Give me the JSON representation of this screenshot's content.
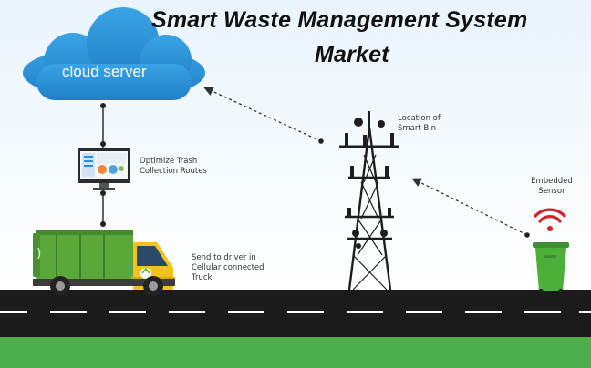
{
  "title": {
    "line1": "Smart Waste Management System",
    "line2": "Market"
  },
  "nodes": {
    "cloud": {
      "label": "cloud server",
      "icon": "cloud-icon"
    },
    "monitor": {
      "line1": "Optimize Trash",
      "line2": "Collection Routes",
      "icon": "monitor-icon"
    },
    "tower": {
      "line1": "Location of",
      "line2": "Smart Bin",
      "icon": "cell-tower-icon"
    },
    "sensor": {
      "line1": "Embedded",
      "line2": "Sensor",
      "icon": "wifi-signal-icon"
    },
    "truck": {
      "line1": "Send to driver in",
      "line2": "Cellular connected",
      "line3": "Truck",
      "icon": "garbage-truck-icon"
    },
    "bin": {
      "icon": "smart-bin-icon"
    }
  },
  "colors": {
    "cloud": "#2a8fd6",
    "truck_body": "#5aa83a",
    "truck_cab": "#f4c21b",
    "signal": "#d6232a",
    "bin": "#4caf3a",
    "road": "#1b1b1b",
    "grass": "#4cae4c"
  }
}
